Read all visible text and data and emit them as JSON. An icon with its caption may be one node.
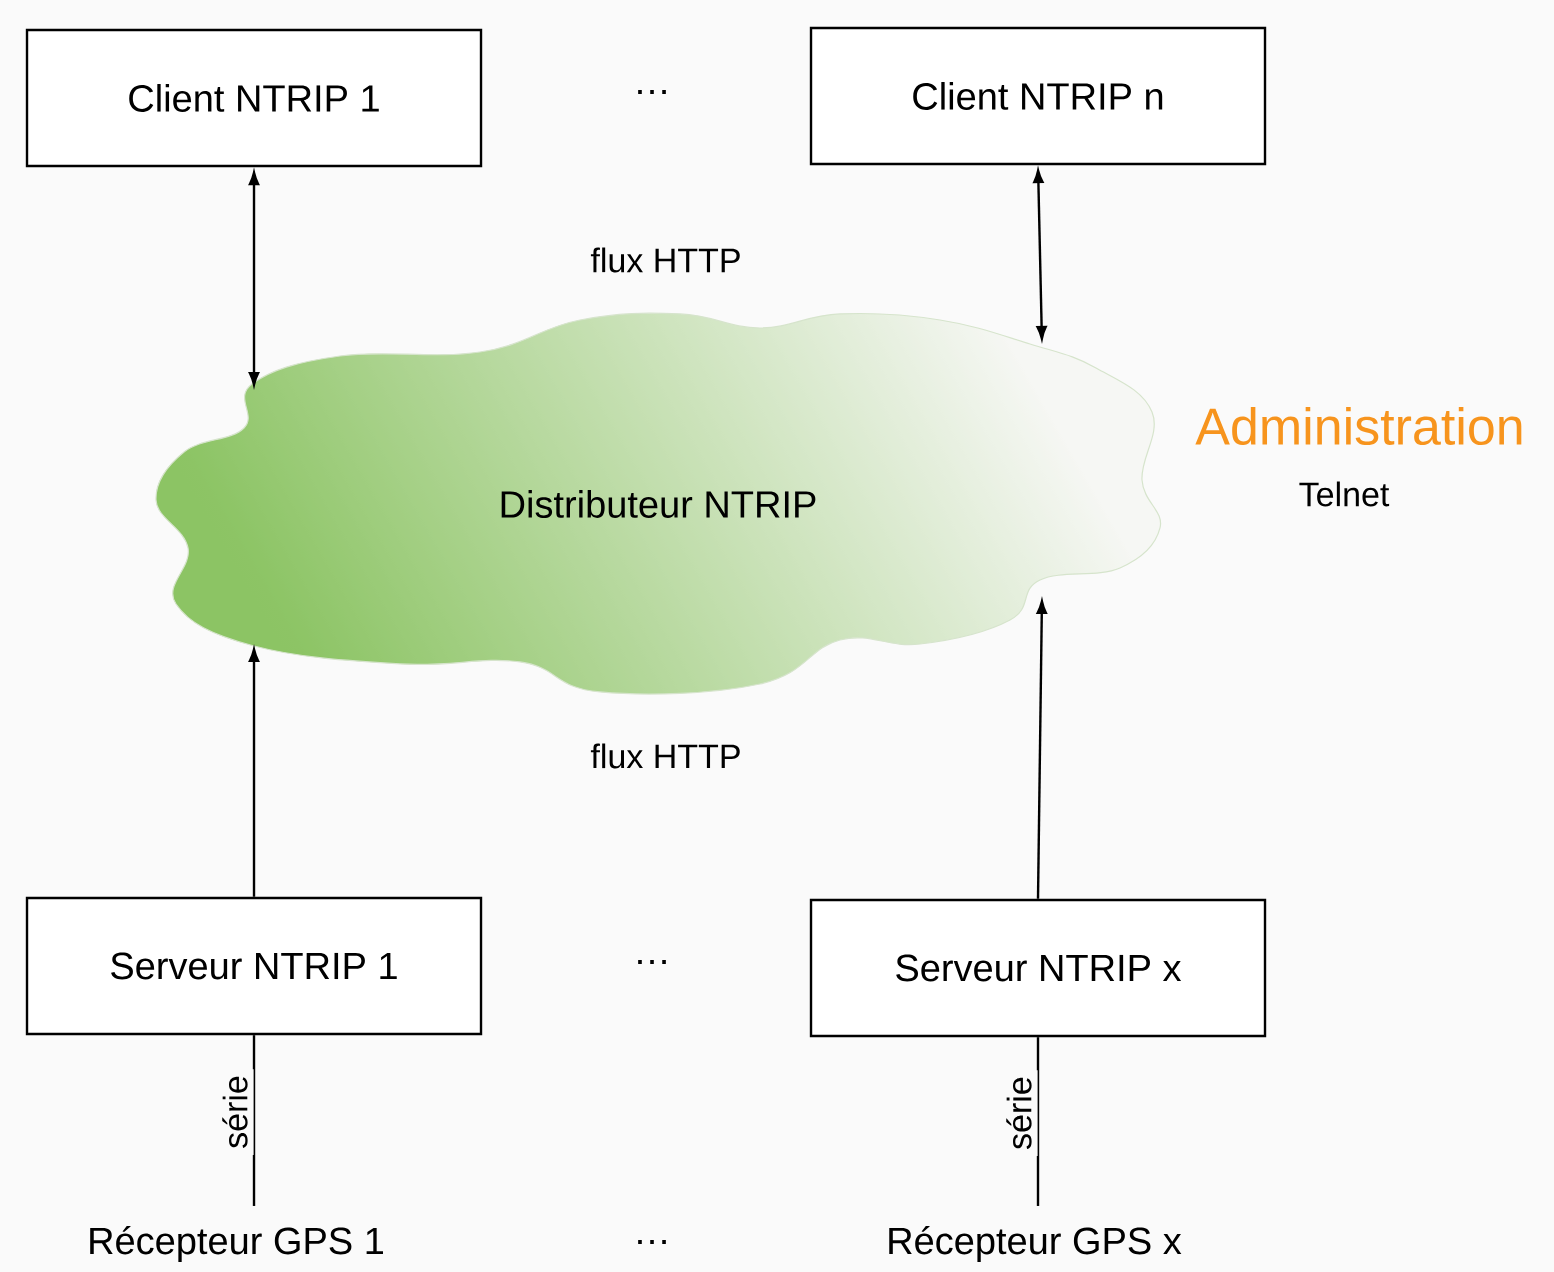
{
  "diagram": {
    "nodes": [
      {
        "text": [
          "Client NTRIP 1"
        ]
      },
      {
        "text": [
          "Client NTRIP n"
        ]
      },
      {
        "text": [
          "Distributeur NTRIP"
        ]
      },
      {
        "text": [
          "Serveur NTRIP 1"
        ]
      },
      {
        "text": [
          "Serveur NTRIP x"
        ]
      },
      {
        "text": [
          "Récepteur GPS 1"
        ]
      },
      {
        "text": [
          "Récepteur GPS x"
        ]
      }
    ],
    "edges": [
      {
        "from": 0,
        "to": 2,
        "arrow": "both"
      },
      {
        "from": 1,
        "to": 2,
        "arrow": "both"
      },
      {
        "from": 3,
        "to": 2,
        "arrow": "to"
      },
      {
        "from": 4,
        "to": 2,
        "arrow": "to"
      },
      {
        "from": 5,
        "to": 3,
        "arrow": "none",
        "label": "série"
      },
      {
        "from": 6,
        "to": 4,
        "arrow": "none",
        "label": "série"
      }
    ],
    "labels": [
      "…",
      "flux HTTP",
      "Administration",
      "Telnet",
      "flux HTTP",
      "…",
      "…"
    ]
  }
}
